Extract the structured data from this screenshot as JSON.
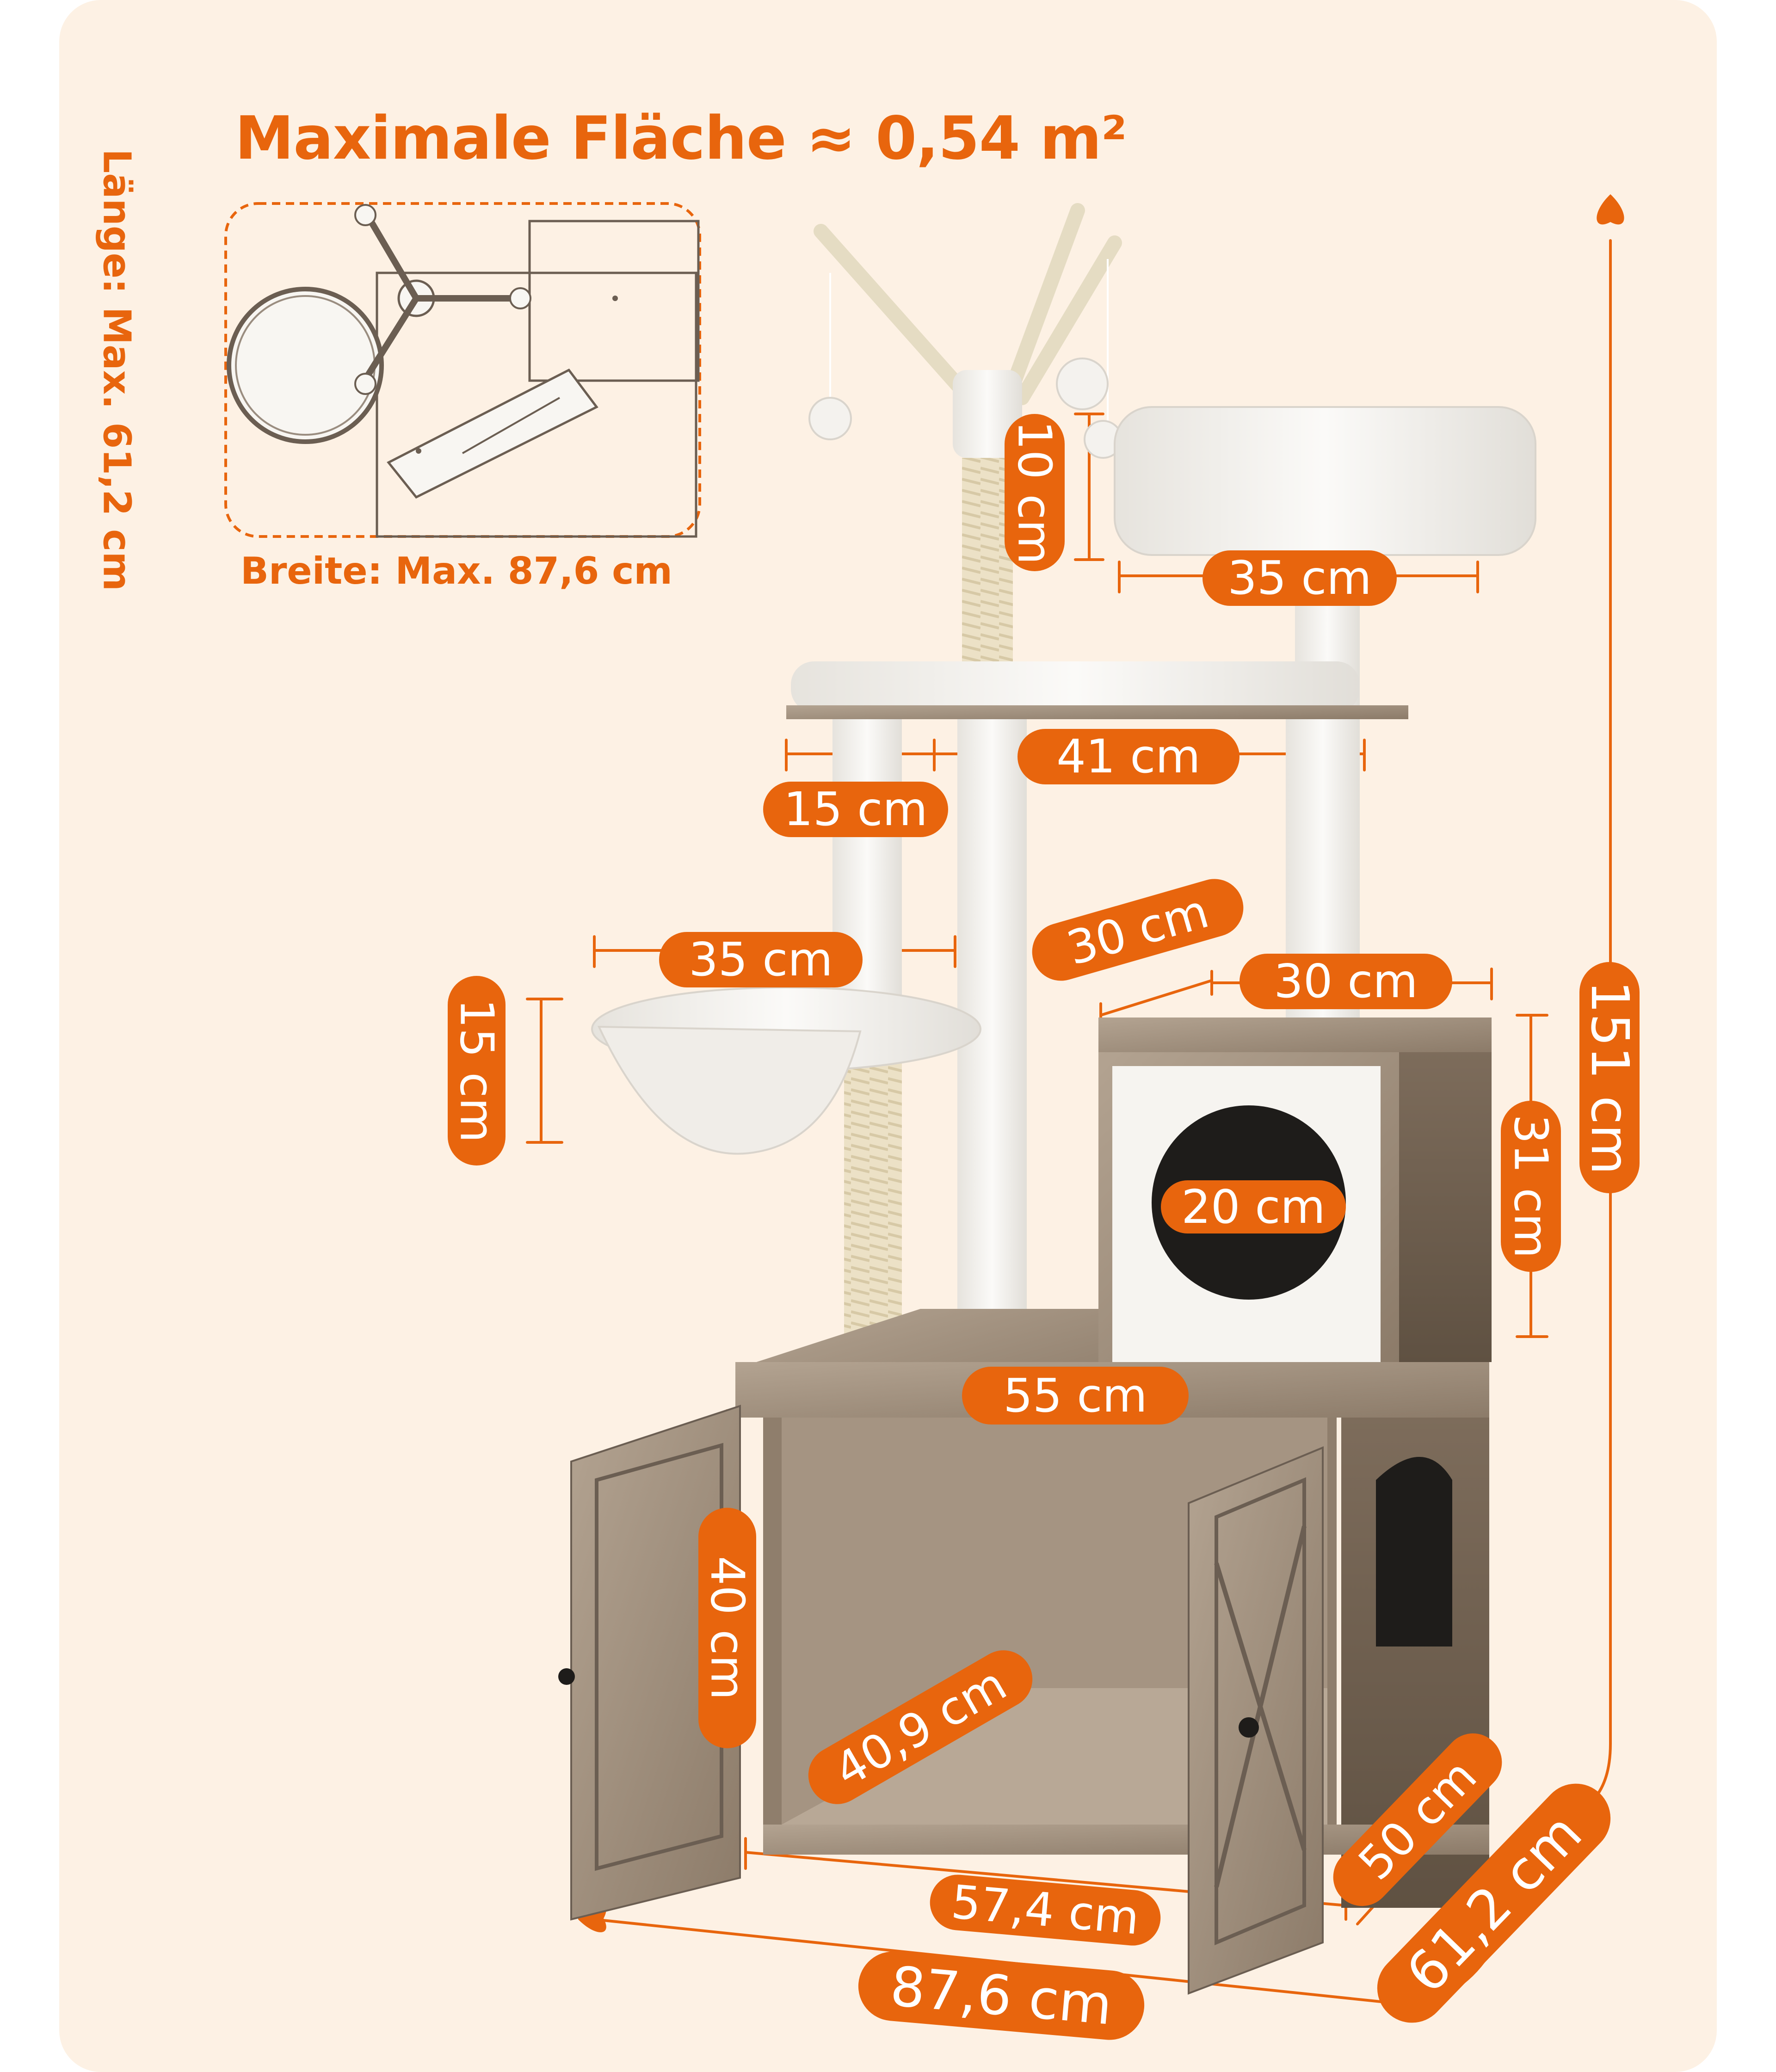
{
  "header": {
    "title": "Maximale Fläche ≈ 0,54 m²",
    "width_label": "Breite: Max. 87,6 cm",
    "length_label": "Länge: Max. 61,2 cm"
  },
  "dimensions": {
    "post_top": "10 cm",
    "top_bed_width": "35 cm",
    "platform_width": "41 cm",
    "platform_offset": "15 cm",
    "hammock_width": "35 cm",
    "hammock_depth": "15 cm",
    "diagonal_depth": "30 cm",
    "condo_width": "30 cm",
    "total_height": "151 cm",
    "condo_height": "31 cm",
    "hole_diameter": "20 cm",
    "cabinet_top_width": "55 cm",
    "door_height": "40 cm",
    "inner_depth": "40,9 cm",
    "cabinet_depth": "50 cm",
    "cabinet_width": "57,4 cm",
    "total_width": "87,6 cm",
    "total_length": "61,2 cm"
  },
  "colors": {
    "accent": "#e8650d",
    "background": "#fdf1e4",
    "wood": "#a08f7d",
    "plush": "#f4f2ee"
  }
}
